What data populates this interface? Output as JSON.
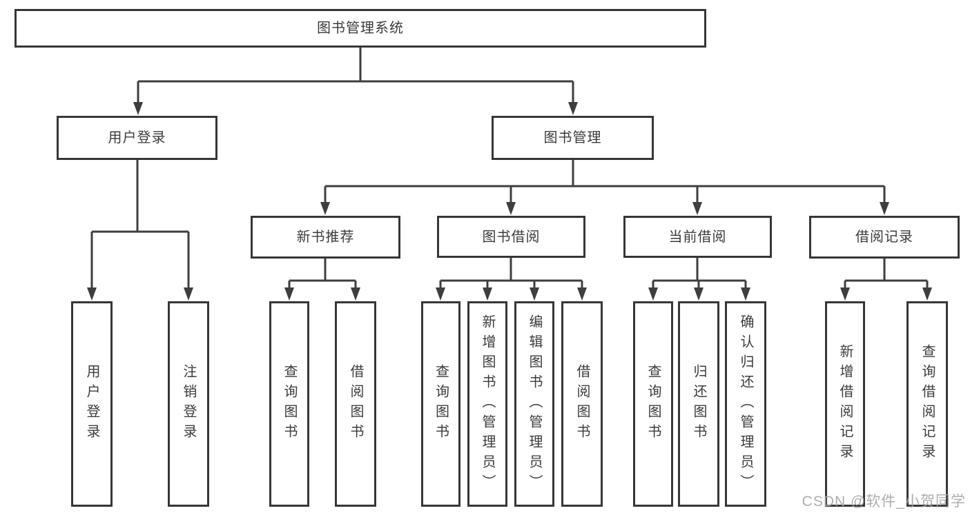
{
  "tree": {
    "root": {
      "label": "图书管理系统"
    },
    "user_login": {
      "label": "用户登录",
      "children": [
        {
          "label": "用户登录"
        },
        {
          "label": "注销登录"
        }
      ]
    },
    "book_management": {
      "label": "图书管理",
      "sections": [
        {
          "label": "新书推荐",
          "children": [
            {
              "label": "查询图书"
            },
            {
              "label": "借阅图书"
            }
          ]
        },
        {
          "label": "图书借阅",
          "children": [
            {
              "label": "查询图书"
            },
            {
              "label": "新增图书（管理员）"
            },
            {
              "label": "编辑图书（管理员）"
            },
            {
              "label": "借阅图书"
            }
          ]
        },
        {
          "label": "当前借阅",
          "children": [
            {
              "label": "查询图书"
            },
            {
              "label": "归还图书"
            },
            {
              "label": "确认归还（管理员）"
            }
          ]
        },
        {
          "label": "借阅记录",
          "children": [
            {
              "label": "新增借阅记录"
            },
            {
              "label": "查询借阅记录"
            }
          ]
        }
      ]
    }
  },
  "watermark": {
    "text": "CSDN @软件_小贺同学"
  },
  "colors": {
    "line": "#3e3e3e",
    "box_border": "#363636",
    "text": "#3b3b3b",
    "watermark": "#a5a5a5",
    "background": "#ffffff"
  }
}
